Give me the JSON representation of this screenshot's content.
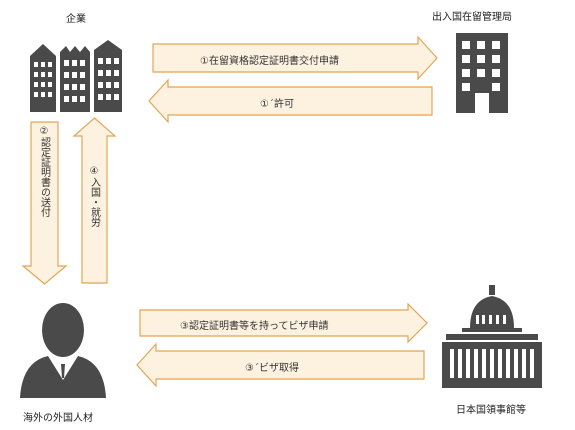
{
  "nodes": {
    "company": "企業",
    "immigration": "出入国在留管理局",
    "talent": "海外の外国人材",
    "consulate": "日本国領事館等"
  },
  "arrows": {
    "step1": "①在留資格認定証明書交付申請",
    "step1b": "①´許可",
    "step2": "②認定証明書の送付",
    "step4": "④入国・就労",
    "step3": "③認定証明書等を持ってビザ申請",
    "step3b": "③´ビザ取得"
  },
  "colors": {
    "arrow_fill": "#fdf1df",
    "arrow_stroke": "#e3a556",
    "icon": "#4a4a4a"
  },
  "icons": {
    "company": "buildings-icon",
    "immigration": "office-building-icon",
    "talent": "person-icon",
    "consulate": "capitol-building-icon"
  }
}
